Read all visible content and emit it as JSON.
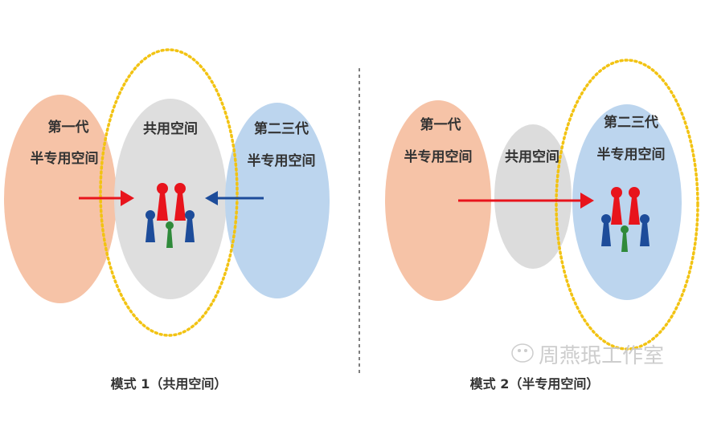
{
  "mode1": {
    "left_label_1": "第一代",
    "left_label_2": "半专用空间",
    "center_label": "共用空间",
    "right_label_1": "第二三代",
    "right_label_2": "半专用空间",
    "caption": "模式 1（共用空间）"
  },
  "mode2": {
    "left_label_1": "第一代",
    "left_label_2": "半专用空间",
    "center_label": "共用空间",
    "right_label_1": "第二三代",
    "right_label_2": "半专用空间",
    "caption": "模式 2（半专用空间）"
  },
  "watermark": "周燕珉工作室",
  "colors": {
    "orange": "#f6c3a7",
    "gray": "#dcdcdc",
    "blue": "#bcd5ee",
    "yellow": "#f2c313",
    "red": "#e8141c",
    "navy": "#1d4c9a",
    "green": "#2f8a3a"
  }
}
